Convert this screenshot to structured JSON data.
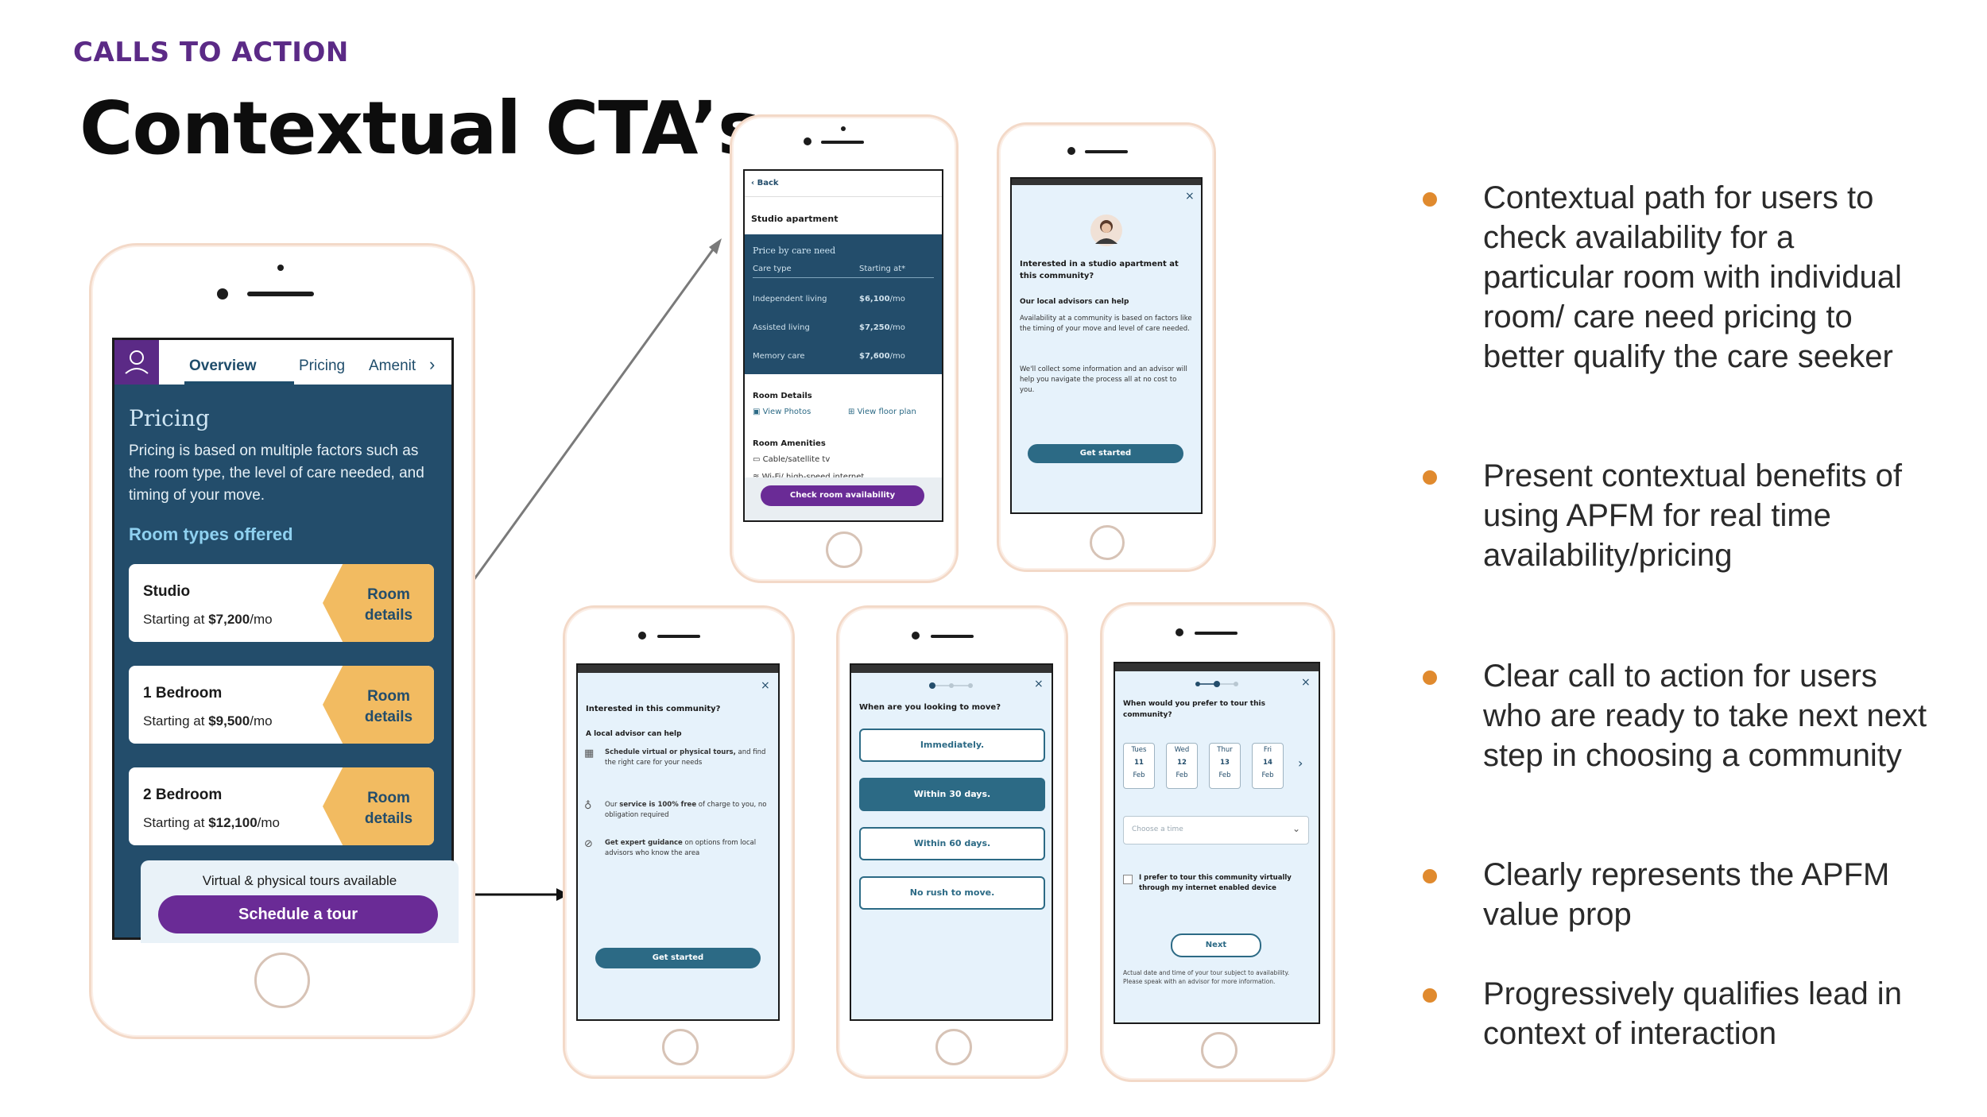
{
  "header": {
    "eyebrow": "CALLS TO ACTION",
    "title": "Contextual CTA’s"
  },
  "main_phone": {
    "tabs": [
      "Overview",
      "Pricing",
      "Amenit"
    ],
    "pricing_heading": "Pricing",
    "pricing_text": "Pricing is based on multiple factors such as the room type, the level of care needed, and timing of your move.",
    "room_types_heading": "Room types offered",
    "rooms": [
      {
        "name": "Studio",
        "price_label": "Starting at ",
        "price": "$7,200",
        "unit": "/mo",
        "detail_1": "Room",
        "detail_2": "details"
      },
      {
        "name": "1 Bedroom",
        "price_label": "Starting at ",
        "price": "$9,500",
        "unit": "/mo",
        "detail_1": "Room",
        "detail_2": "details"
      },
      {
        "name": "2 Bedroom",
        "price_label": "Starting at ",
        "price": "$12,100",
        "unit": "/mo",
        "detail_1": "Room",
        "detail_2": "details"
      }
    ],
    "tours_text": "Virtual & physical tours available",
    "tour_button": "Schedule a tour"
  },
  "phone_studio": {
    "back": "‹ Back",
    "title": "Studio apartment",
    "section_title": "Price by care need",
    "col1": "Care type",
    "col2": "Starting at*",
    "rows": [
      {
        "type": "Independent living",
        "price": "$6,100",
        "unit": "/mo"
      },
      {
        "type": "Assisted living",
        "price": "$7,250",
        "unit": "/mo"
      },
      {
        "type": "Memory care",
        "price": "$7,600",
        "unit": "/mo"
      }
    ],
    "room_details": "Room Details",
    "view_photos": "View Photos",
    "view_floor_plan": "View floor plan",
    "room_amenities": "Room Amenities",
    "amenity_1": "Cable/satellite tv",
    "amenity_2": "Wi-Fi/ high-speed internet",
    "cta": "Check room availability"
  },
  "phone_interested_studio": {
    "close": "×",
    "question": "Interested in a studio apartment at this community?",
    "advisors": "Our local advisors can help",
    "p1": "Availability at a community is based on factors like the timing of your move and level of care needed.",
    "p2": "We'll collect some information and an advisor will help you navigate the process all at no cost to you.",
    "cta": "Get started"
  },
  "phone_interested_community": {
    "close": "×",
    "question": "Interested in this community?",
    "advisor": "A local advisor can help",
    "b1_bold": "Schedule virtual or physical tours,",
    "b1_rest": "and find the right care for your needs",
    "b2_pre": "Our ",
    "b2_bold": "service is 100% free",
    "b2_rest": " of charge to you, no obligation required",
    "b3_bold": "Get expert guidance",
    "b3_rest": " on options from local advisors who know the area",
    "cta": "Get started"
  },
  "phone_move": {
    "close": "×",
    "question": "When are you looking to move?",
    "options": [
      "Immediately.",
      "Within 30 days.",
      "Within 60 days.",
      "No rush to move."
    ],
    "selected_option": "Within 30 days."
  },
  "phone_tour": {
    "close": "×",
    "question": "When would you prefer to tour this community?",
    "days": [
      {
        "dow": "Tues",
        "day": "11",
        "mon": "Feb"
      },
      {
        "dow": "Wed",
        "day": "12",
        "mon": "Feb"
      },
      {
        "dow": "Thur",
        "day": "13",
        "mon": "Feb"
      },
      {
        "dow": "Fri",
        "day": "14",
        "mon": "Feb"
      }
    ],
    "next_arrow": "›",
    "time_placeholder": "Choose a time",
    "checkbox_label": "I prefer to tour this community virtually through my internet enabled device",
    "next_button": "Next",
    "note": "Actual date and time of your tour subject to availability. Please speak with an advisor for more information."
  },
  "bullets": [
    "Contextual path for users to check availability for a particular room with individual room/ care need pricing to better qualify the care seeker",
    "Present contextual benefits of using APFM for real time availability/pricing",
    "Clear call to action for users who are ready to take next next step in choosing a community",
    "Clearly represents the APFM value prop",
    "Progressively qualifies lead in context of interaction"
  ],
  "colors": {
    "accent_purple": "#5b2a86",
    "navy": "#234d6b",
    "orange": "#e08a2e",
    "room_tab": "#f2bb61",
    "teal_button": "#2c6a85"
  }
}
